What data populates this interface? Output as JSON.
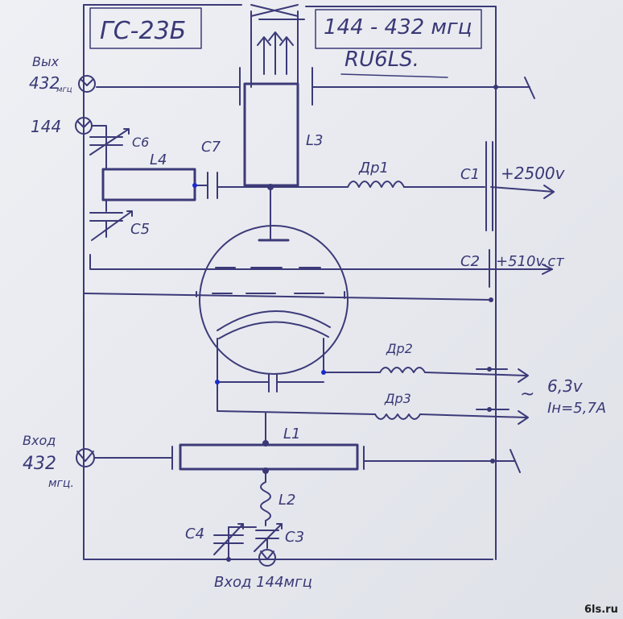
{
  "tube": {
    "model": "ГС-23Б",
    "band": "144 - 432 мгц",
    "callsign": "RU6LS."
  },
  "ports": {
    "out_432_word": "Вых",
    "out_432_value": "432",
    "out_432_unit": "мгц",
    "label_144": "144",
    "in_432_word": "Вход",
    "in_432_value": "432",
    "in_432_unit": "мгц.",
    "in_144": "Вход 144мгц"
  },
  "components": {
    "c1": "C1",
    "c2": "C2",
    "c3": "C3",
    "c4": "C4",
    "c5": "C5",
    "c6": "C6",
    "c7": "C7",
    "l1": "L1",
    "l2": "L2",
    "l3": "L3",
    "l4": "L4",
    "dr1": "Др1",
    "dr2": "Др2",
    "dr3": "Др3"
  },
  "supplies": {
    "anode": "+2500v",
    "screen": "+510v.ст",
    "tilde": "~",
    "heater_v": "6,3v",
    "heater_i": "Iн=5,7A"
  },
  "watermark": "6ls.ru",
  "colors": {
    "ink": "#3c3a78",
    "paper": "#eaecf1",
    "wire_dot": "#1a2bd0"
  }
}
